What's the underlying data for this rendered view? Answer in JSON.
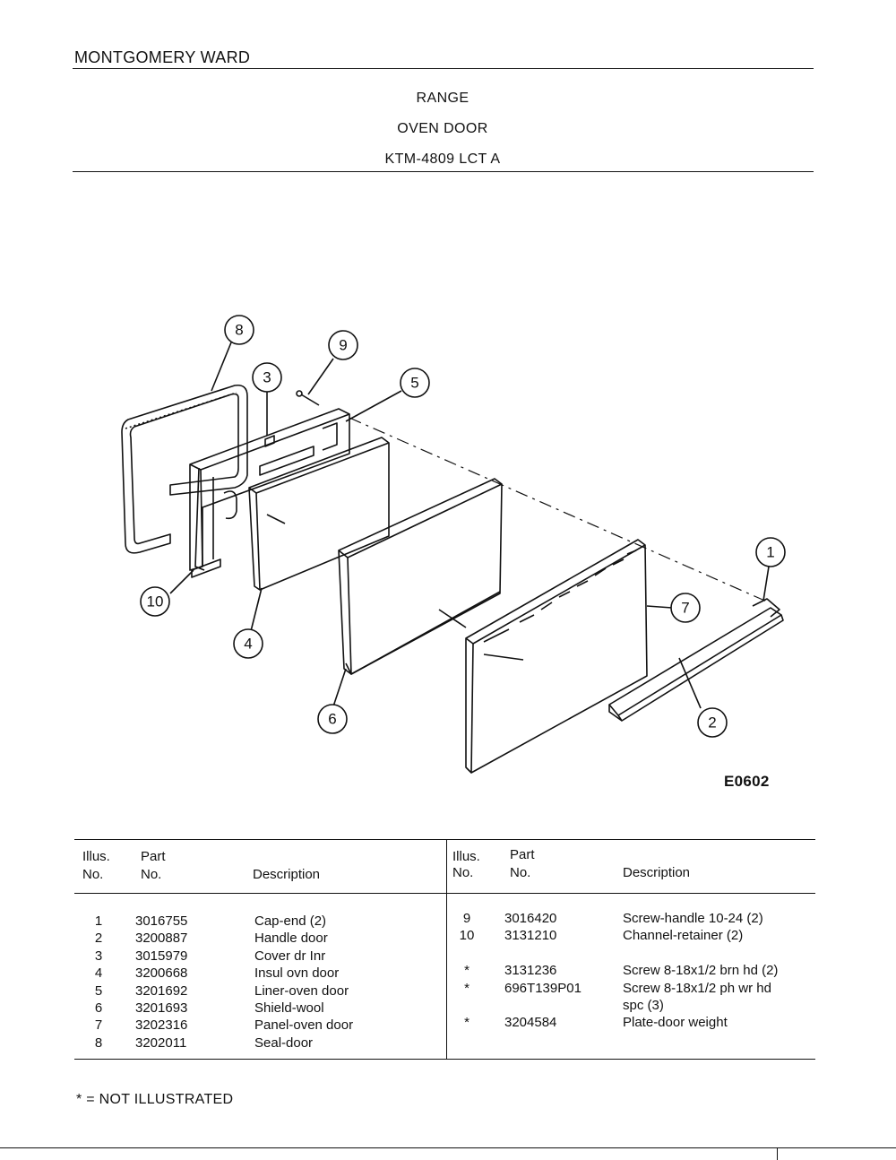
{
  "header": {
    "brand": "MONTGOMERY WARD",
    "title_lines": [
      "RANGE",
      "OVEN DOOR",
      "KTM-4809 LCT A"
    ]
  },
  "diagram": {
    "code": "E0602",
    "callouts": [
      "1",
      "2",
      "3",
      "4",
      "5",
      "6",
      "7",
      "8",
      "9",
      "10"
    ]
  },
  "table": {
    "headers": {
      "illus": "Illus.",
      "no": "No.",
      "part": "Part",
      "part_no": "No.",
      "description": "Description"
    },
    "left_rows": [
      {
        "illus": "1",
        "part": "3016755",
        "description": "Cap-end (2)"
      },
      {
        "illus": "2",
        "part": "3200887",
        "description": "Handle door"
      },
      {
        "illus": "3",
        "part": "3015979",
        "description": "Cover dr Inr"
      },
      {
        "illus": "4",
        "part": "3200668",
        "description": "Insul ovn door"
      },
      {
        "illus": "5",
        "part": "3201692",
        "description": "Liner-oven door"
      },
      {
        "illus": "6",
        "part": "3201693",
        "description": "Shield-wool"
      },
      {
        "illus": "7",
        "part": "3202316",
        "description": "Panel-oven door"
      },
      {
        "illus": "8",
        "part": "3202011",
        "description": "Seal-door"
      }
    ],
    "right_rows": [
      {
        "illus": "9",
        "part": "3016420",
        "description": "Screw-handle 10-24 (2)"
      },
      {
        "illus": "10",
        "part": "3131210",
        "description": "Channel-retainer (2)"
      },
      {
        "illus": "",
        "part": "",
        "description": ""
      },
      {
        "illus": "*",
        "part": "3131236",
        "description": "Screw 8-18x1/2 brn hd (2)"
      },
      {
        "illus": "*",
        "part": "696T139P01",
        "description": "Screw 8-18x1/2 ph wr hd"
      },
      {
        "illus": "",
        "part": "",
        "description": "spc (3)"
      },
      {
        "illus": "*",
        "part": "3204584",
        "description": "Plate-door weight"
      }
    ]
  },
  "footnote": "* = NOT ILLUSTRATED"
}
